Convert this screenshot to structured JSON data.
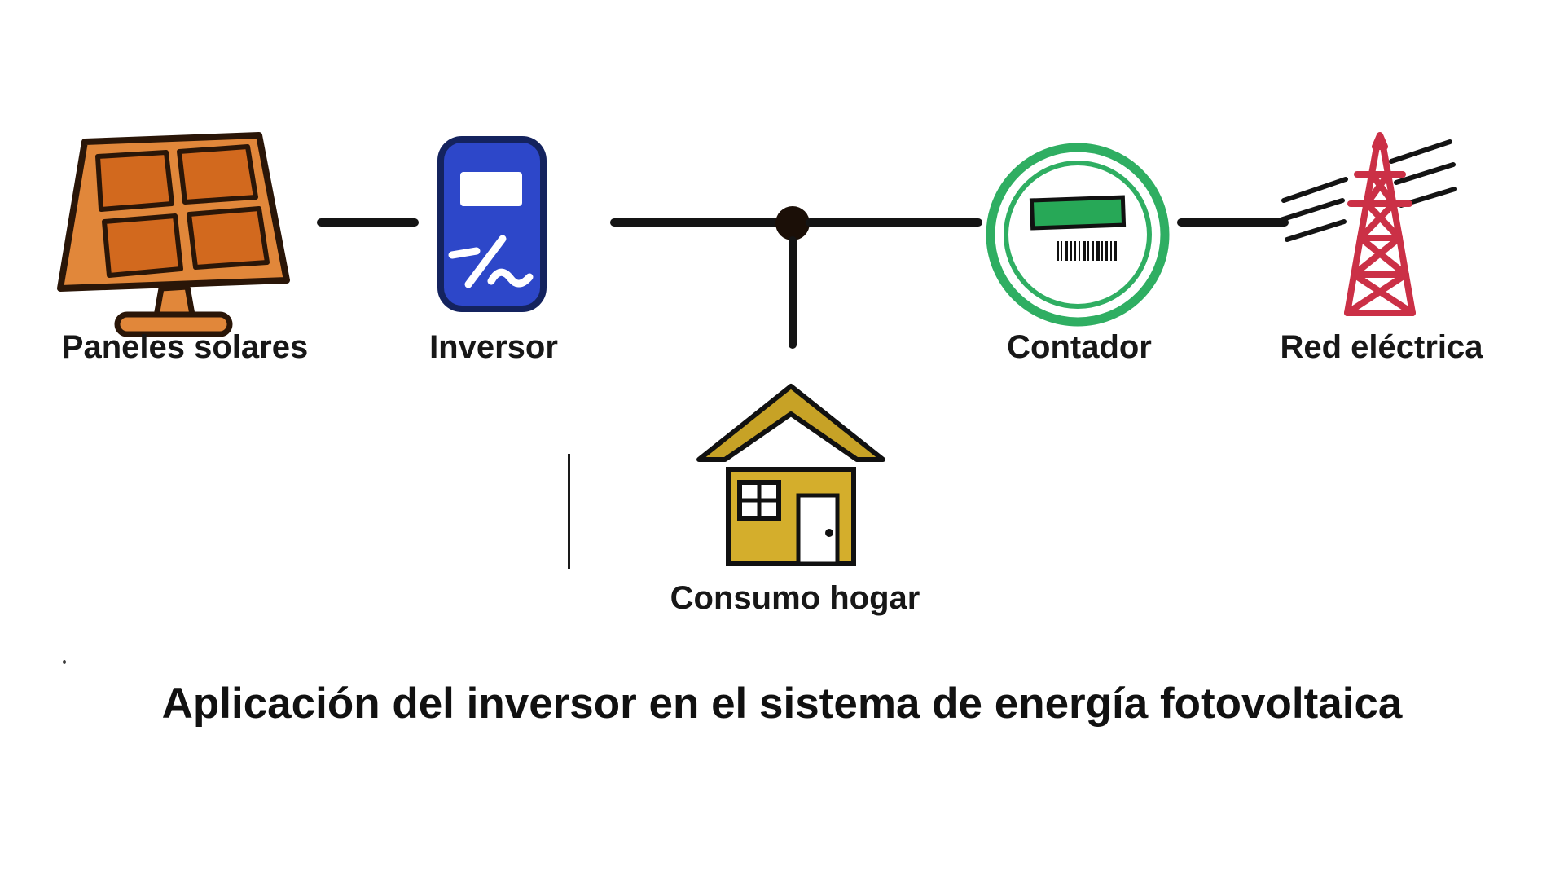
{
  "diagram": {
    "title": "Aplicación del inversor en el sistema de energía fotovoltaica",
    "nodes": {
      "solar_panels": {
        "label": "Paneles solares",
        "icon": "solar-panel-icon"
      },
      "inverter": {
        "label": "Inversor",
        "icon": "inverter-icon"
      },
      "home": {
        "label": "Consumo hogar",
        "icon": "house-icon"
      },
      "meter": {
        "label": "Contador",
        "icon": "meter-icon"
      },
      "grid": {
        "label": "Red eléctrica",
        "icon": "power-tower-icon"
      }
    },
    "connections": [
      {
        "from": "solar_panels",
        "to": "inverter"
      },
      {
        "from": "inverter",
        "to": "junction"
      },
      {
        "from": "junction",
        "to": "home"
      },
      {
        "from": "junction",
        "to": "meter"
      },
      {
        "from": "meter",
        "to": "grid"
      }
    ],
    "colors": {
      "panel_frame_orange": "#e1873a",
      "panel_cell_orange": "#d2691e",
      "inverter_blue": "#2d47c9",
      "inverter_outline": "#14235e",
      "meter_green": "#2fae62",
      "meter_display_green": "#27a857",
      "grid_red": "#cb3046",
      "house_yellow": "#d4ae2c",
      "house_roof_yellow": "#c7a226",
      "line_black": "#141414",
      "background": "#ffffff"
    }
  }
}
